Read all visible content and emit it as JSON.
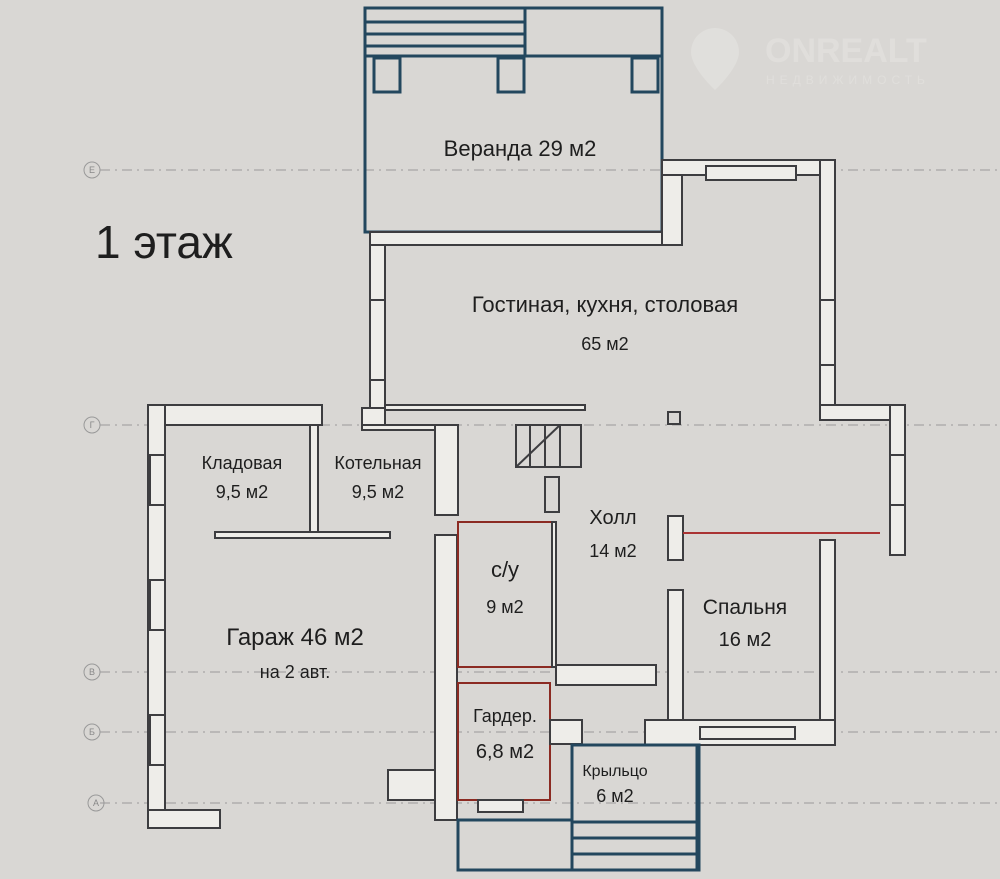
{
  "title": "1 этаж",
  "watermark": {
    "brand": "ONREALT",
    "subtitle": "НЕДВИЖИМОСТЬ"
  },
  "axes": [
    "Е",
    "Г",
    "В",
    "Б",
    "А"
  ],
  "rooms": {
    "veranda": "Веранда 29 м2",
    "living": {
      "name": "Гостиная, кухня, столовая",
      "area": "65 м2"
    },
    "storage": {
      "name": "Кладовая",
      "area": "9,5 м2"
    },
    "boiler": {
      "name": "Котельная",
      "area": "9,5 м2"
    },
    "garage": {
      "name": "Гараж 46 м2",
      "note": "на 2 авт."
    },
    "bathroom": {
      "name": "с/у",
      "area": "9 м2"
    },
    "hall": {
      "name": "Холл",
      "area": "14 м2"
    },
    "bedroom": {
      "name": "Спальня",
      "area": "16 м2"
    },
    "wardrobe": {
      "name": "Гардер.",
      "area": "6,8 м2"
    },
    "porch": {
      "name": "Крыльцо",
      "area": "6 м2"
    }
  }
}
